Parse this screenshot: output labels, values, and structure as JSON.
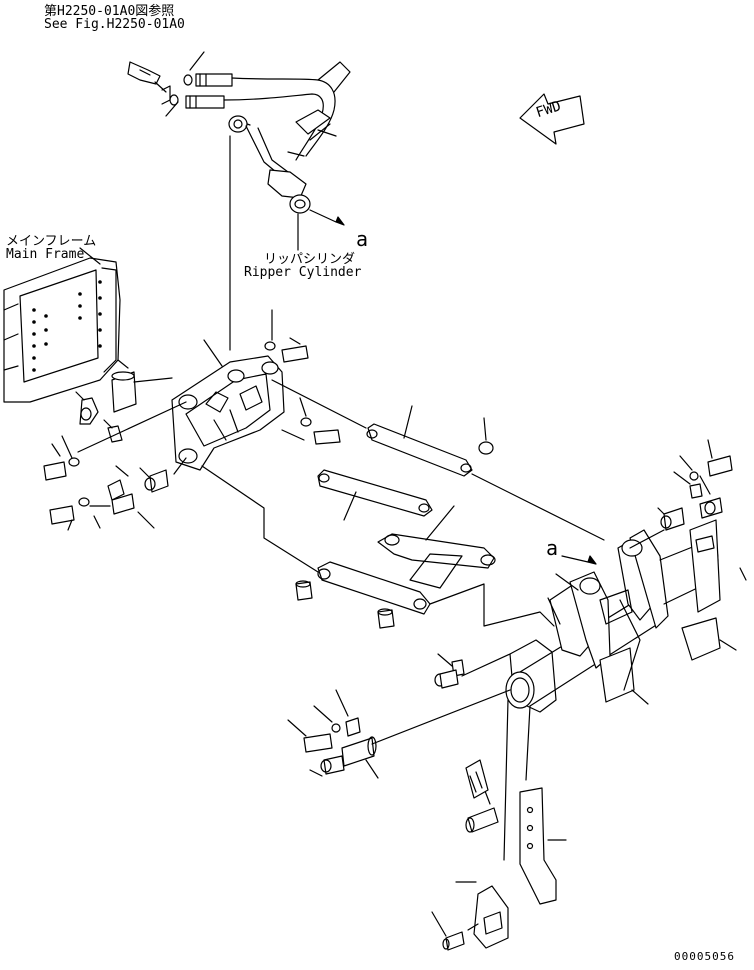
{
  "reference": {
    "jp": "第H2250-01A0図参照",
    "en": "See Fig.H2250-01A0"
  },
  "main_frame": {
    "jp": "メインフレーム",
    "en": "Main Frame"
  },
  "ripper_cylinder": {
    "jp": "リッパシリンダ",
    "en": "Ripper Cylinder"
  },
  "fwd_label": "FWD",
  "connection_marks": [
    "a",
    "a"
  ],
  "drawing_number": "00005056",
  "colors": {
    "ink": "#000000",
    "paper": "#ffffff"
  }
}
